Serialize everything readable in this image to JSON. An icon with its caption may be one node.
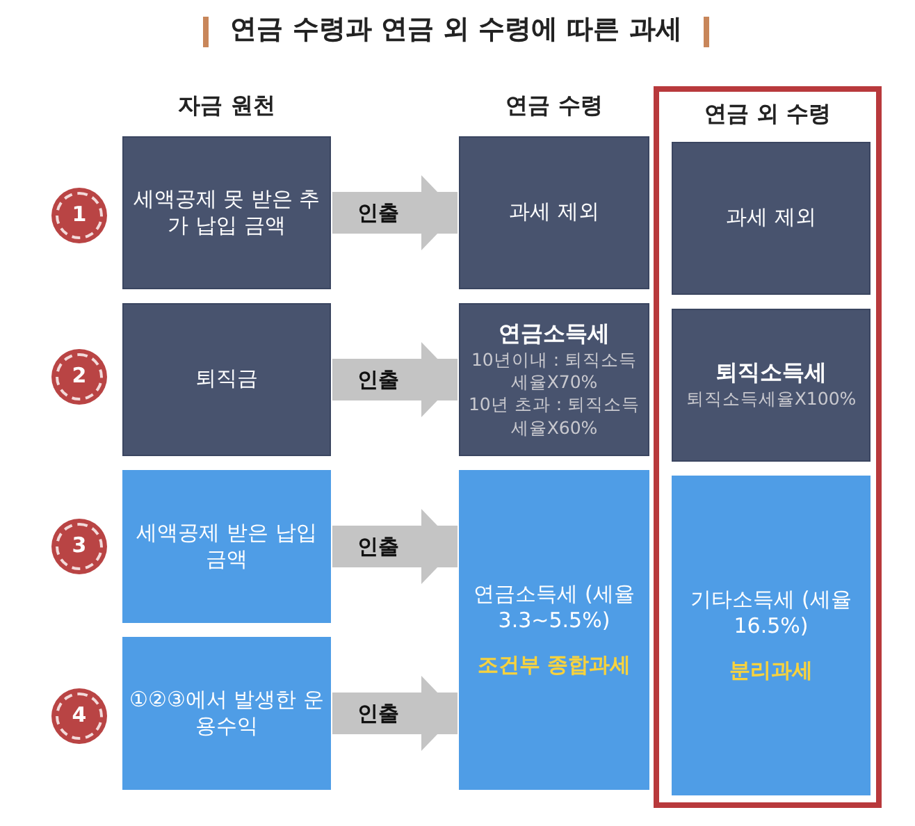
{
  "diagram": {
    "title": "연금 수령과 연금 외 수령에 따른 과세",
    "nodes": [
      {
        "text": [
          "1"
        ]
      },
      {
        "text": [
          "세액공제 못 받은 추가 납입 금액"
        ]
      },
      {
        "text": [
          "과세 제외"
        ]
      },
      {
        "text": [
          "연금 외 수령"
        ]
      },
      {
        "text": [
          "과세 제외"
        ],
        "in": 3
      },
      {
        "text": [
          "2"
        ]
      },
      {
        "text": [
          "퇴직금"
        ]
      },
      {
        "text": [
          "연금소득세",
          "10년이내 : 퇴직소득세율X70%",
          "10년 초과 : 퇴직소득세율X60%"
        ]
      },
      {
        "text": [
          "퇴직소득세",
          "퇴직소득세율X100%"
        ],
        "in": 3
      },
      {
        "text": [
          "3"
        ]
      },
      {
        "text": [
          "세액공제 받은 납입금액"
        ]
      },
      {
        "text": [
          "연금소득세 (세율 3.3~5.5%)",
          "조건부 종합과세"
        ]
      },
      {
        "text": [
          "기타소득세 (세율 16.5%)",
          "분리과세"
        ],
        "in": 3
      },
      {
        "text": [
          "4"
        ]
      },
      {
        "text": [
          "①②③에서 발생한 운용수익"
        ]
      }
    ],
    "edges": [
      {
        "from": 1,
        "to": 2,
        "arrow": "to",
        "label": "인출"
      },
      {
        "from": 6,
        "to": 7,
        "arrow": "to",
        "label": "인출"
      },
      {
        "from": 10,
        "to": 11,
        "arrow": "to",
        "label": "인출"
      },
      {
        "from": 14,
        "to": 11,
        "arrow": "to",
        "label": "인출"
      }
    ],
    "labels": [
      "자금 원천",
      "연금 수령"
    ]
  }
}
